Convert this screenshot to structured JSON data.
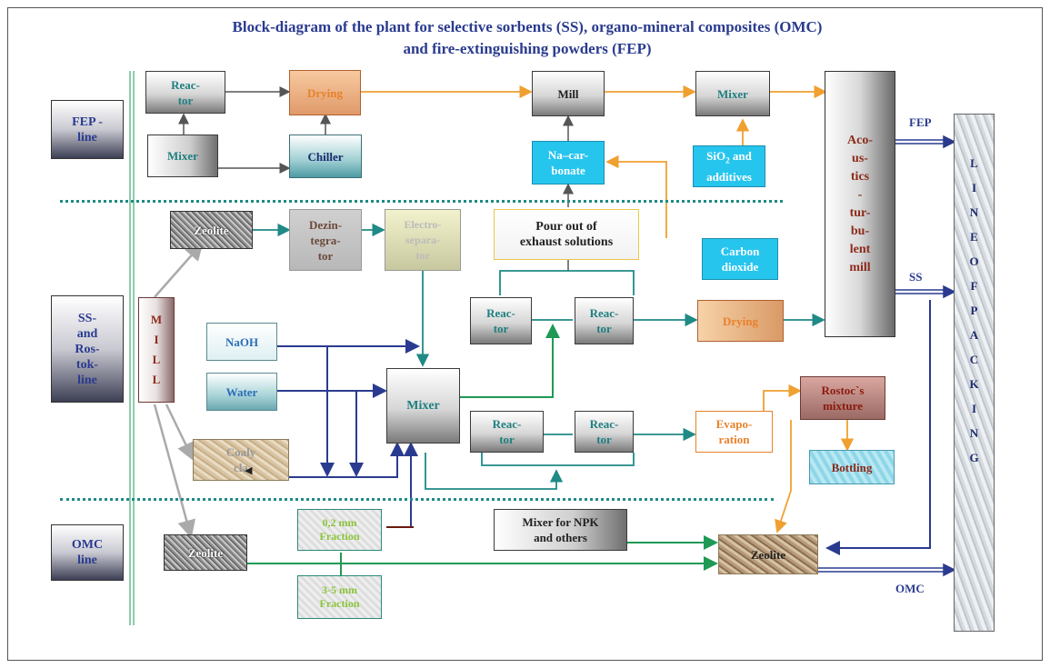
{
  "title": {
    "line1": "Block-diagram  of the plant for selective sorbents (SS),  organo-mineral  composites (OMC)",
    "line2": "and  fire-extinguishing  powders (FEP)"
  },
  "lines": {
    "fep": "FEP -\nline",
    "ss": "SS-\nand\nRos-\ntok-\nline",
    "omc": "OMC\nline"
  },
  "boxes": {
    "reactor_fep": "Reac-\ntor",
    "drying_fep": "Drying",
    "mill_fep": "Mill",
    "mixer_fep": "Mixer",
    "mixer_fep_left": "Mixer",
    "chiller": "Chiller",
    "na_carbonate": "Na–car-\nbonate",
    "sio2_text": "SiO",
    "sio2_sub": "2",
    "sio2_rest": " and\nadditives",
    "acoustics": "Aco-\nus-\ntics\n-\ntur-\nbu-\nlent\nmill",
    "packing": [
      "L",
      "I",
      "N",
      "E",
      "O",
      "F",
      "P",
      "A",
      "C",
      "K",
      "I",
      "N",
      "G"
    ],
    "zeolite_ss": "Zeolite",
    "dezintegrator": "Dezin-\ntegra-\ntor",
    "electroseparator": "Electro-\nsepara-\ntor",
    "pour_out": "Pour out of\nexhaust solutions",
    "carbon_dioxide": "Carbon\ndioxide",
    "mill_vert": "M\nI\nL\nL",
    "naoh": "NaOH",
    "water": "Water",
    "mixer_main": "Mixer",
    "reactor_a": "Reac-\ntor",
    "reactor_b": "Reac-\ntor",
    "drying_ss": "Drying",
    "reactor_c": "Reac-\ntor",
    "reactor_d": "Reac-\ntor",
    "evaporation": "Evapo-\nration",
    "rostoc": "Rostoc`s\nmixture",
    "bottling": "Bottling",
    "coaly_clay": "Coaly\ncla",
    "fraction_02": "0,2 mm\nFraction",
    "fraction_35": "3-5 mm\nFraction",
    "mixer_npk": "Mixer for NPK\nand others",
    "zeolite_omc_left": "Zeolite",
    "zeolite_omc_right": "Zeolite"
  },
  "flow_labels": {
    "fep": "FEP",
    "ss": "SS",
    "omc": "OMC"
  },
  "colors": {
    "teal": "#1f8a86",
    "navy": "#2a3b8f",
    "orange": "#f0a030",
    "green": "#1e9a55",
    "gray": "#555555",
    "lightgray": "#aaaaaa",
    "darkred": "#6a1a10"
  }
}
